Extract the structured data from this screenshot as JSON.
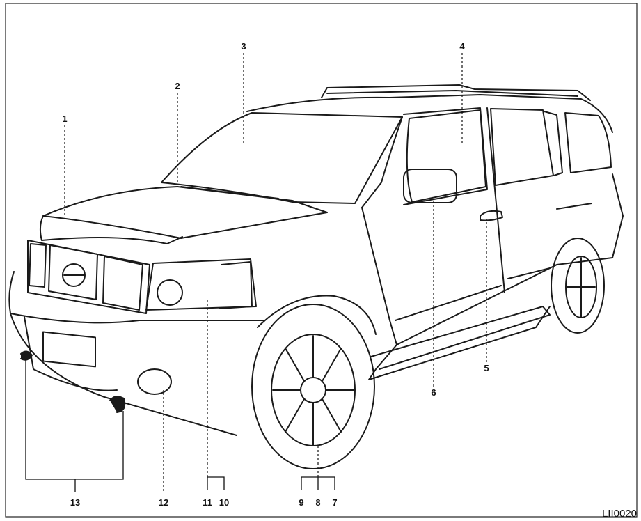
{
  "figure": {
    "code": "LII0020",
    "callouts": {
      "c1": "1",
      "c2": "2",
      "c3": "3",
      "c4": "4",
      "c5": "5",
      "c6": "6",
      "c7": "7",
      "c8": "8",
      "c9": "9",
      "c10": "10",
      "c11": "11",
      "c12": "12",
      "c13": "13"
    }
  }
}
